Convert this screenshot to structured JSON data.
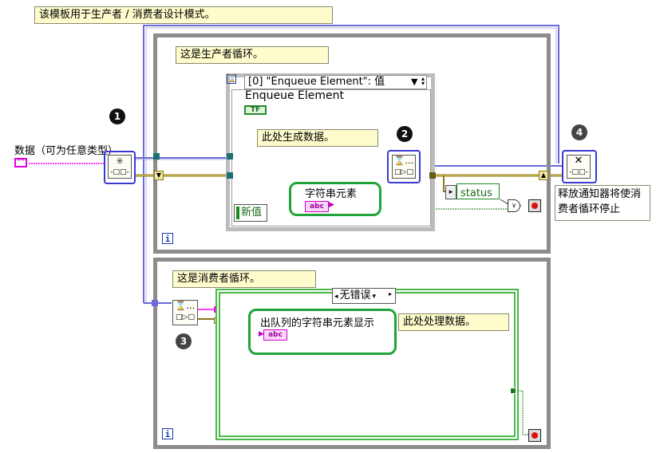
{
  "notes": {
    "top": "该模板用于生产者 / 消费者设计模式。",
    "producer": "这是生产者循环。",
    "generate": "此处生成数据。",
    "release": "释放通知器将使消费者循环停止",
    "consumer": "这是消费者循环。",
    "process": "此处处理数据。"
  },
  "left_control_label": "数据（可为任意类型）",
  "left_control_glyph": "\"\"",
  "producer_loop": {
    "event_case_selector": "[0] \"Enqueue Element\": 值",
    "event_case_item": "Enqueue Element",
    "bool_indicator": "TF",
    "string_element_label": "字符串元素",
    "string_const": "abc",
    "new_value_label": "新值",
    "status_label": "status",
    "iteration": "i"
  },
  "consumer_loop": {
    "case_selector": "无错误",
    "dequeued_label": "出队列的字符串元素显示",
    "string_const": "abc",
    "iteration": "i"
  },
  "markers": [
    "1",
    "2",
    "3",
    "4"
  ],
  "colors": {
    "note_bg": "#fefccc",
    "loop_border": "#8c8c8c",
    "wire_string": "#ff00ff",
    "wire_refnum": "#1a7070",
    "wire_error": "#8a7a1a",
    "ring_green": "#21a33a",
    "ring_blue": "#3a3ad0"
  }
}
